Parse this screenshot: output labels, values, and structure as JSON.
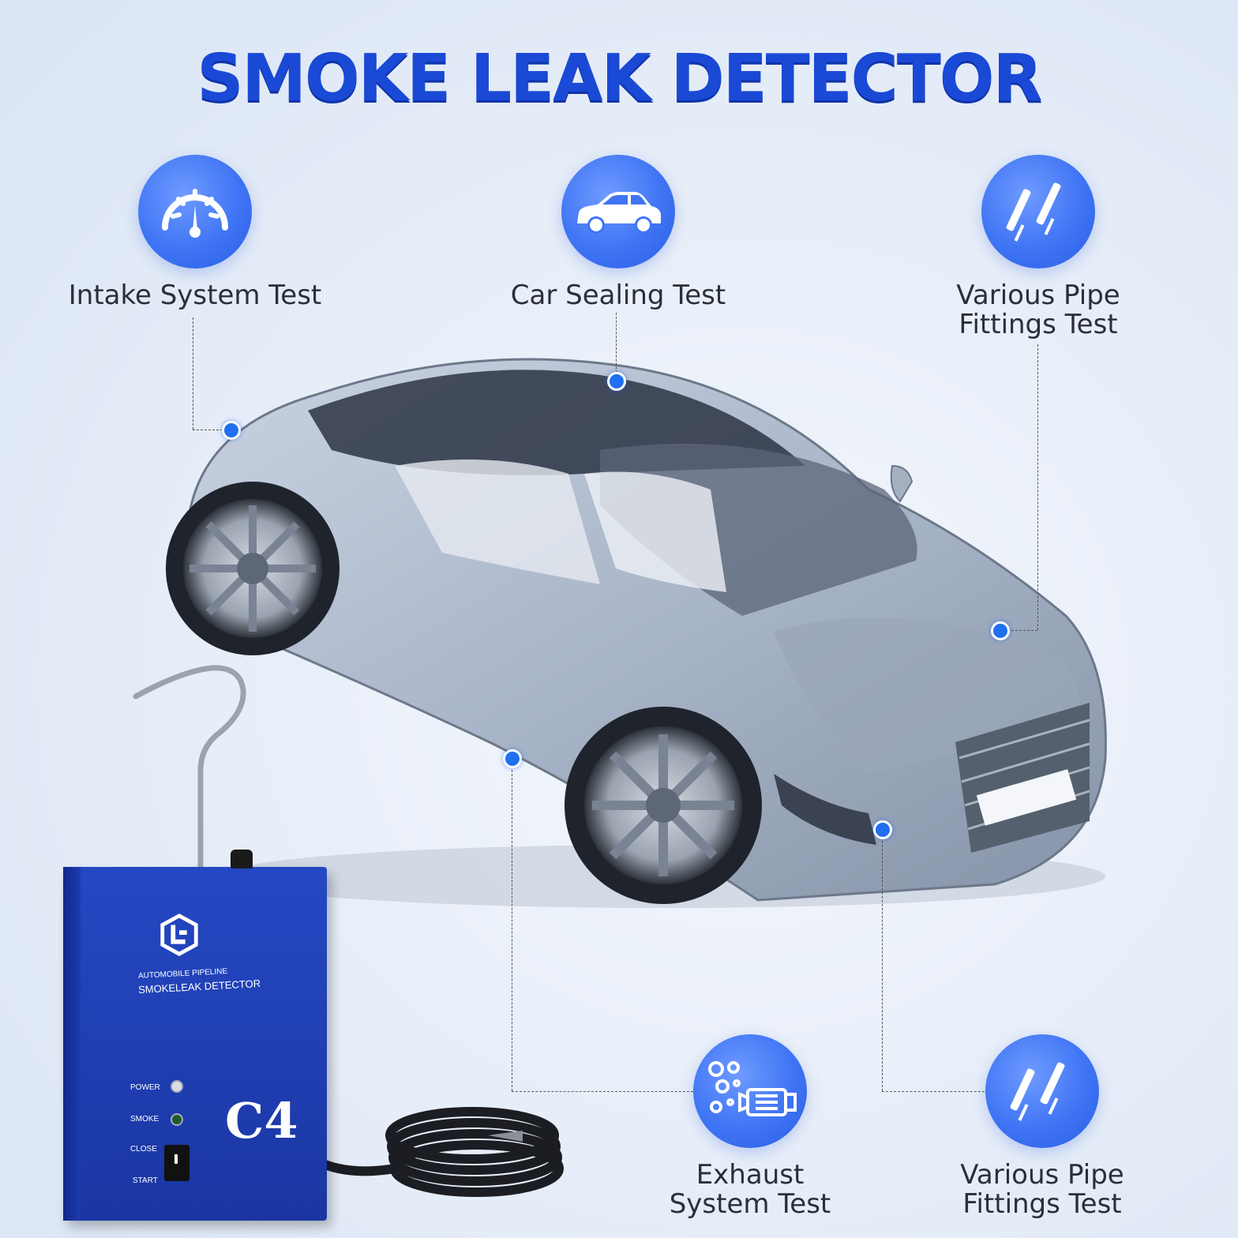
{
  "title": "SMOKE LEAK DETECTOR",
  "features": [
    {
      "label": "Intake System Test",
      "icon": "speedometer-icon"
    },
    {
      "label": "Car Sealing Test",
      "icon": "car-icon"
    },
    {
      "label_line1": "Various Pipe",
      "label_line2": "Fittings Test",
      "icon": "gas-strut-icon"
    },
    {
      "label_line1": "Exhaust",
      "label_line2": "System Test",
      "icon": "exhaust-icon"
    },
    {
      "label_line1": "Various Pipe",
      "label_line2": "Fittings Test",
      "icon": "gas-strut-icon"
    }
  ],
  "device": {
    "line1": "AUTOMOBILE PIPELINE",
    "line2": "SMOKELEAK DETECTOR",
    "model": "C4",
    "power": "POWER",
    "smoke": "SMOKE",
    "close": "CLOSE",
    "start": "START"
  },
  "colors": {
    "accent": "#1a49d6",
    "icon_bg": "#3f74f4",
    "device": "#2448c4"
  }
}
